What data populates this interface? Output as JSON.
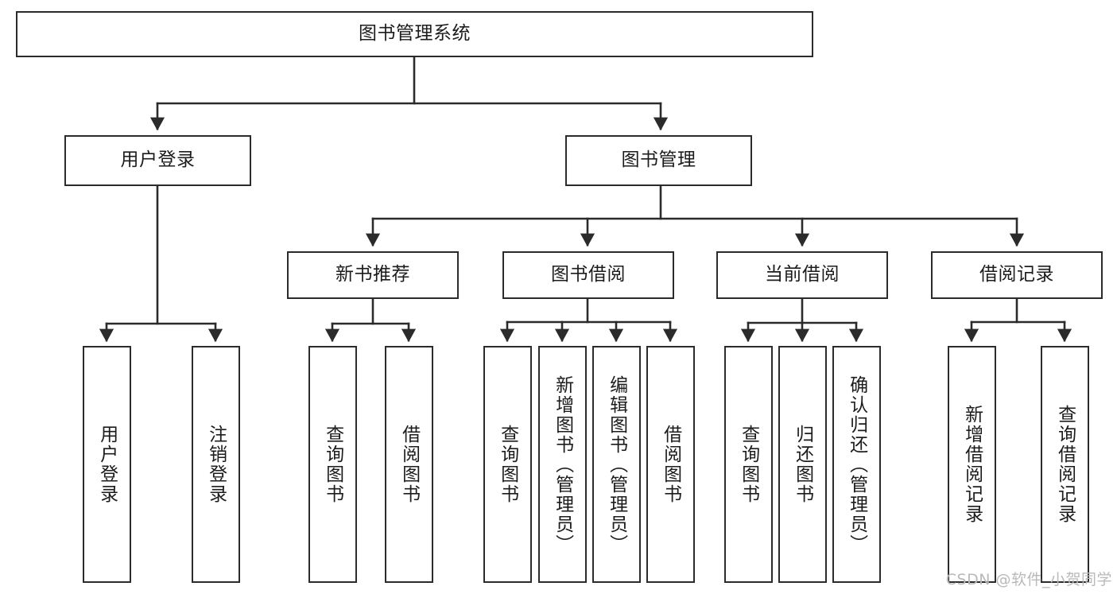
{
  "diagram": {
    "title": "图书管理系统",
    "type": "tree-structure-chart",
    "watermark": "CSDN @软件_小贺同学",
    "line_color": "#2b2b2b",
    "box_fill": "#ffffff",
    "watermark_color": "#b9b9b9"
  },
  "nodes": {
    "root": {
      "label": "图书管理系统"
    },
    "level2": [
      {
        "id": "user-login",
        "label": "用户登录"
      },
      {
        "id": "book-manage",
        "label": "图书管理"
      }
    ],
    "level3": [
      {
        "id": "new-book-recommend",
        "label": "新书推荐"
      },
      {
        "id": "book-borrow",
        "label": "图书借阅"
      },
      {
        "id": "current-borrow",
        "label": "当前借阅"
      },
      {
        "id": "borrow-record",
        "label": "借阅记录"
      }
    ],
    "leaves": {
      "user_login": [
        {
          "id": "leaf-user-login",
          "label": "用户登录"
        },
        {
          "id": "leaf-logout",
          "label": "注销登录"
        }
      ],
      "new_book_recommend": [
        {
          "id": "leaf-query-book-1",
          "label": "查询图书"
        },
        {
          "id": "leaf-borrow-book-1",
          "label": "借阅图书"
        }
      ],
      "book_borrow": [
        {
          "id": "leaf-query-book-2",
          "label": "查询图书"
        },
        {
          "id": "leaf-add-book",
          "label": "新增图书（管理员）"
        },
        {
          "id": "leaf-edit-book",
          "label": "编辑图书（管理员）"
        },
        {
          "id": "leaf-borrow-book-2",
          "label": "借阅图书"
        }
      ],
      "current_borrow": [
        {
          "id": "leaf-query-book-3",
          "label": "查询图书"
        },
        {
          "id": "leaf-return-book",
          "label": "归还图书"
        },
        {
          "id": "leaf-confirm-return",
          "label": "确认归还（管理员）"
        }
      ],
      "borrow_record": [
        {
          "id": "leaf-add-record",
          "label": "新增借阅记录"
        },
        {
          "id": "leaf-query-record",
          "label": "查询借阅记录"
        }
      ]
    }
  }
}
